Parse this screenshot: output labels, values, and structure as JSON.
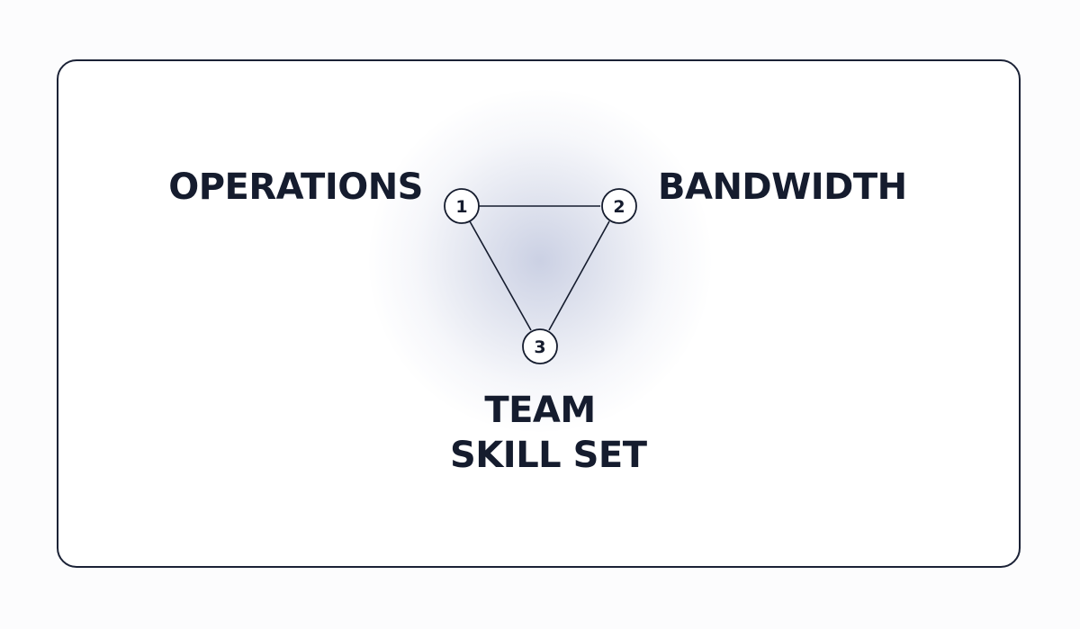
{
  "diagram": {
    "nodes": [
      {
        "id": "1",
        "label": "OPERATIONS"
      },
      {
        "id": "2",
        "label": "BANDWIDTH"
      },
      {
        "id": "3",
        "label_line1": "TEAM",
        "label_line2": "SKILL SET"
      }
    ],
    "edges": [
      [
        "1",
        "2"
      ],
      [
        "2",
        "3"
      ],
      [
        "3",
        "1"
      ]
    ],
    "colors": {
      "ink": "#151c2e",
      "glow": "#a0aacd",
      "card_border": "#1b2236"
    }
  }
}
